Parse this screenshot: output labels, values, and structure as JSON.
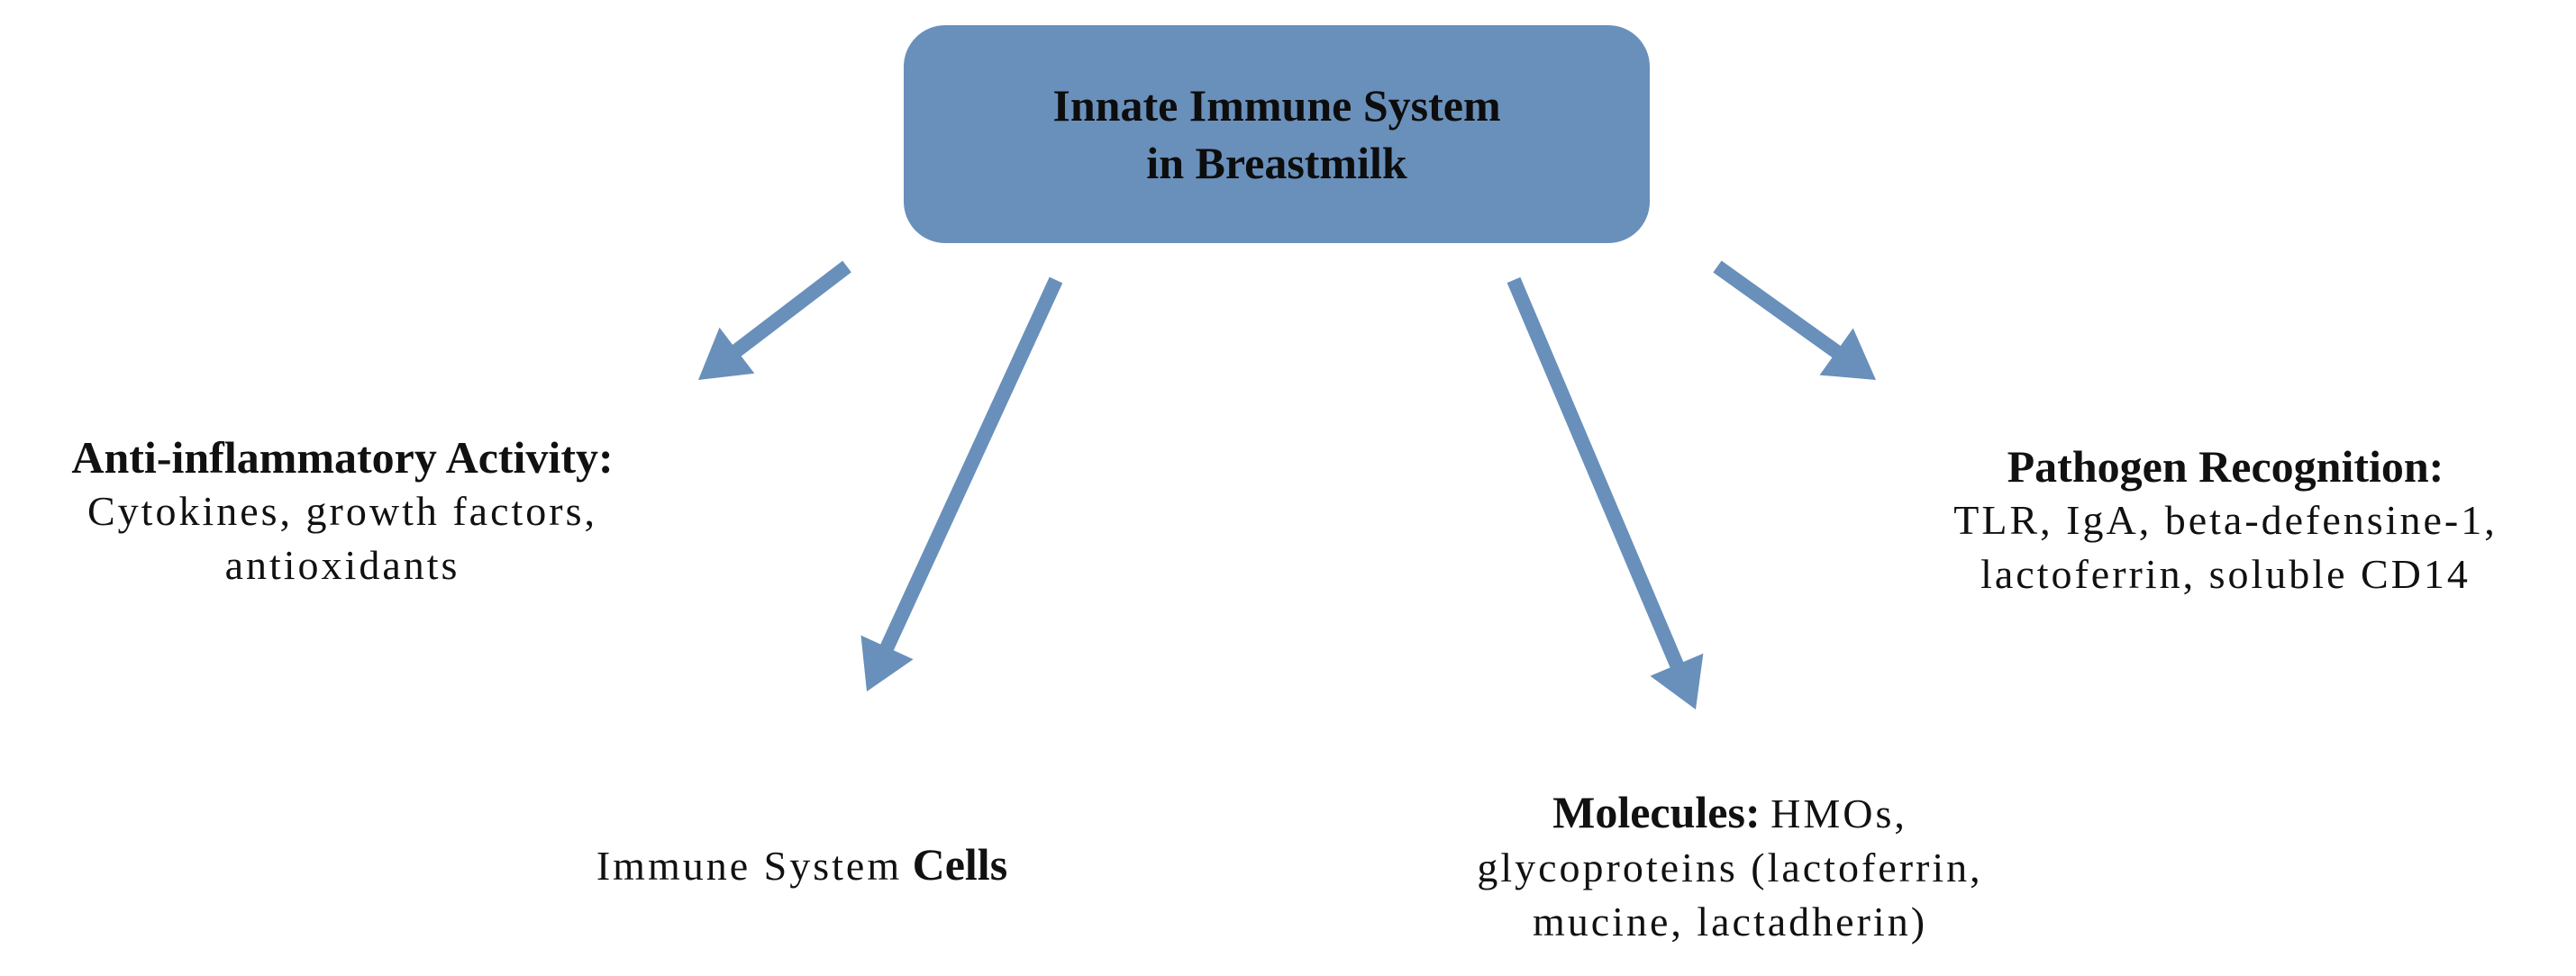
{
  "root": {
    "title_line1": "Innate Immune System",
    "title_line2": "in Breastmilk",
    "color": "#6990bb"
  },
  "arrow_color": "#6990bb",
  "branches": {
    "anti_inflammatory": {
      "heading": "Anti-inflammatory Activity:",
      "line1": "Cytokines, growth factors,",
      "line2": "antioxidants"
    },
    "pathogen_recognition": {
      "heading": "Pathogen Recognition:",
      "line1": "TLR, IgA, beta-defensine-1,",
      "line2": "lactoferrin, soluble CD14"
    },
    "cells": {
      "prefix": "Immune System",
      "heading": "Cells"
    },
    "molecules": {
      "heading": "Molecules:",
      "line1_rest": "HMOs,",
      "line2": "glycoproteins (lactoferrin,",
      "line3": "mucine, lactadherin)"
    }
  }
}
